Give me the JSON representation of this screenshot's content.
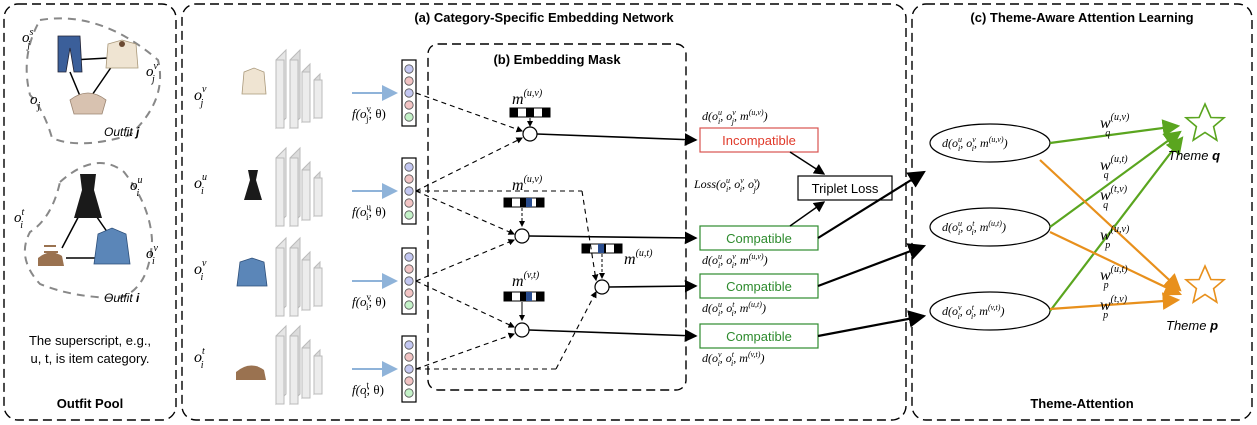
{
  "panels": {
    "pool_title": "Outfit Pool",
    "a_title": "(a) Category-Specific Embedding Network",
    "b_title": "(b) Embedding Mask",
    "c_title": "(c) Theme-Aware Attention Learning",
    "c_footer": "Theme-Attention"
  },
  "outfit_pool": {
    "outfit_j_label": "Outfit",
    "outfit_j_var": "j",
    "outfit_i_label": "Outfit",
    "outfit_i_var": "i",
    "note_line1": "The superscript, e.g.,",
    "note_line2": "u, t, is item category."
  },
  "items": [
    {
      "sup": "v",
      "sub": "j",
      "f": "f(o",
      "f_sup": "v",
      "f_sub": "j",
      "f_tail": "; θ)"
    },
    {
      "sup": "u",
      "sub": "i",
      "f": "f(o",
      "f_sup": "u",
      "f_sub": "i",
      "f_tail": "; θ)"
    },
    {
      "sup": "v",
      "sub": "i",
      "f": "f(o",
      "f_sup": "v",
      "f_sub": "i",
      "f_tail": "; θ)"
    },
    {
      "sup": "t",
      "sub": "i",
      "f": "f(o",
      "f_sup": "t",
      "f_sub": "i",
      "f_tail": "; θ)"
    }
  ],
  "masks": {
    "m1": "(u,v)",
    "m2": "(u,v)",
    "m3": "(u,t)",
    "m4": "(v,t)"
  },
  "results": {
    "incompatible": "Incompatible",
    "compatible": "Compatible",
    "triplet_loss": "Triplet Loss",
    "loss_expr": "Loss(o",
    "d1": "d(o^u_i, o^v_j, m^(u,v))",
    "d2": "d(o^u_i, o^v_i, m^(u,v))",
    "d3": "d(o^u_i, o^t_i, m^(u,t))",
    "d4": "d(o^v_i, o^t_i, m^(v,t))"
  },
  "themes": {
    "q_label": "Theme",
    "q_var": "q",
    "p_label": "Theme",
    "p_var": "p",
    "weights": [
      "(u,v)",
      "(u,t)",
      "(t,v)",
      "(u,v)",
      "(u,t)",
      "(t,v)"
    ],
    "weight_subs": [
      "q",
      "q",
      "q",
      "p",
      "p",
      "p"
    ]
  },
  "colors": {
    "green": "#5aa51f",
    "orange": "#e8901c",
    "red": "#e03a2a",
    "compat_border": "#2e8b2e",
    "incompat_border": "#d9534f",
    "arrow_blue": "#8fb3d9"
  }
}
